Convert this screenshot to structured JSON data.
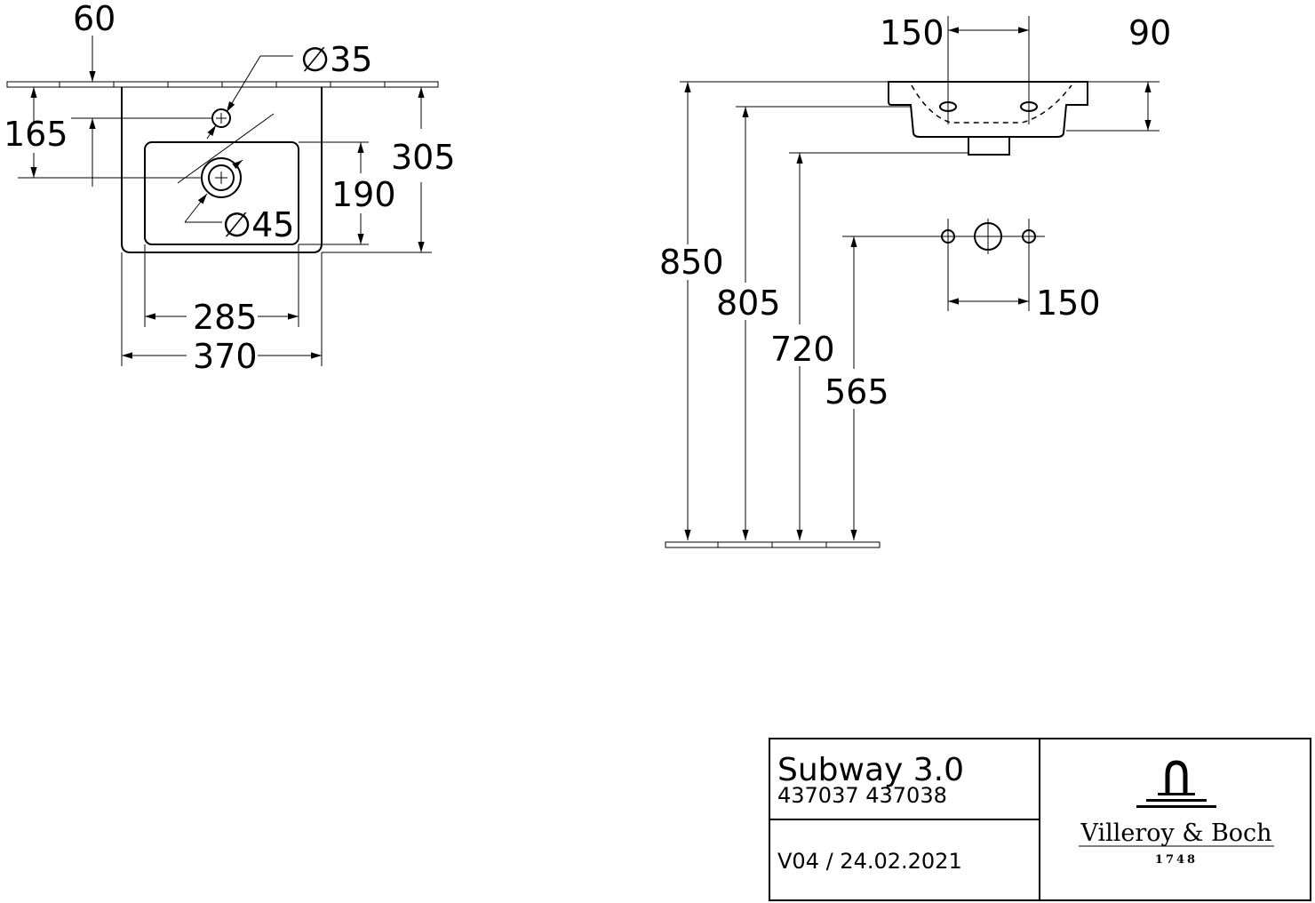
{
  "top_view": {
    "dim_hole_offset": "60",
    "dim_hole_diameter": "∅35",
    "dim_hole_depth": "165",
    "dim_drain_diameter": "∅45",
    "dim_bowl_depth": "190",
    "dim_total_depth": "305",
    "dim_bowl_width": "285",
    "dim_total_width": "370"
  },
  "side_view": {
    "dim_tap_spacing_top": "150",
    "dim_rim_height_small": "90",
    "dim_rim_height": "850",
    "dim_underside_height": "805",
    "dim_drain_height": "720",
    "dim_supply_height": "565",
    "dim_tap_spacing_bottom": "150"
  },
  "title_block": {
    "product_name": "Subway 3.0",
    "article_numbers": "437037 437038",
    "version": "V04 / 24.02.2021",
    "brand_name": "Villeroy & Boch",
    "brand_year": "1748"
  }
}
